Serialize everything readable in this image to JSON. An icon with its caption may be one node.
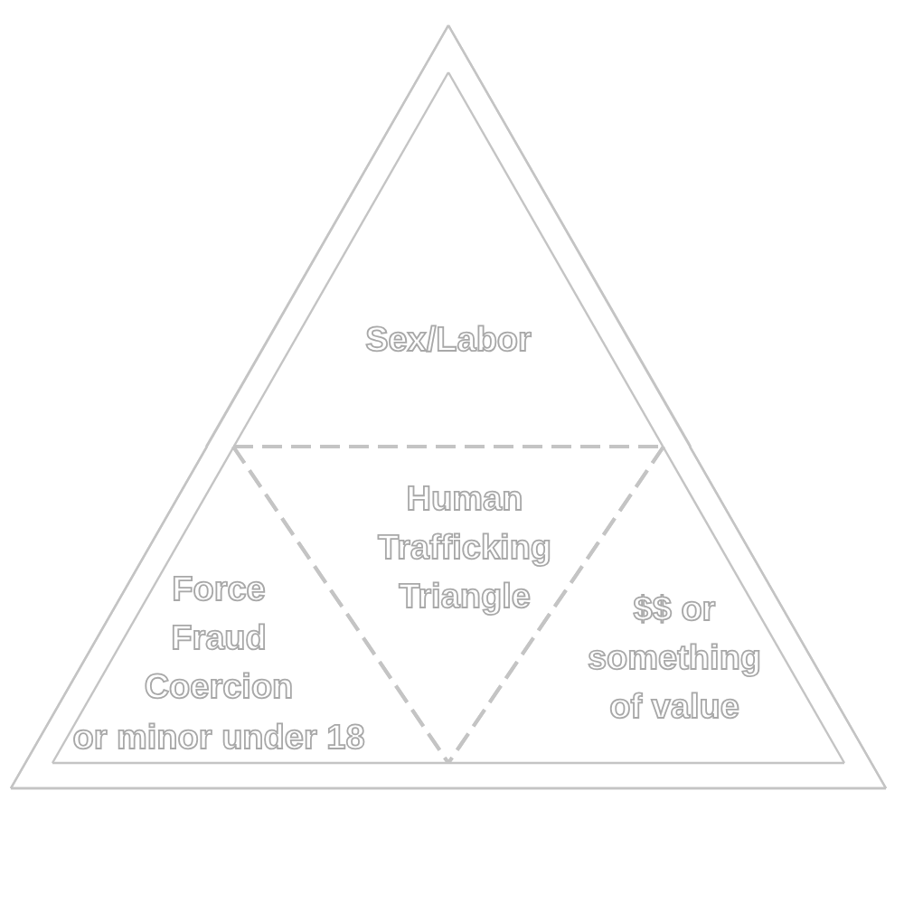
{
  "diagram": {
    "nodes": [
      {
        "text": [],
        "shape": "triangle"
      },
      {
        "text": [
          "Sex/Labor"
        ],
        "in": 0
      },
      {
        "text": [
          "Human Trafficking Triangle"
        ],
        "in": 0
      },
      {
        "text": [
          "Force",
          "Fraud",
          "Coercion",
          "or minor under 18"
        ],
        "in": 0
      },
      {
        "text": [
          "$$ or something of value"
        ],
        "in": 0
      }
    ]
  }
}
